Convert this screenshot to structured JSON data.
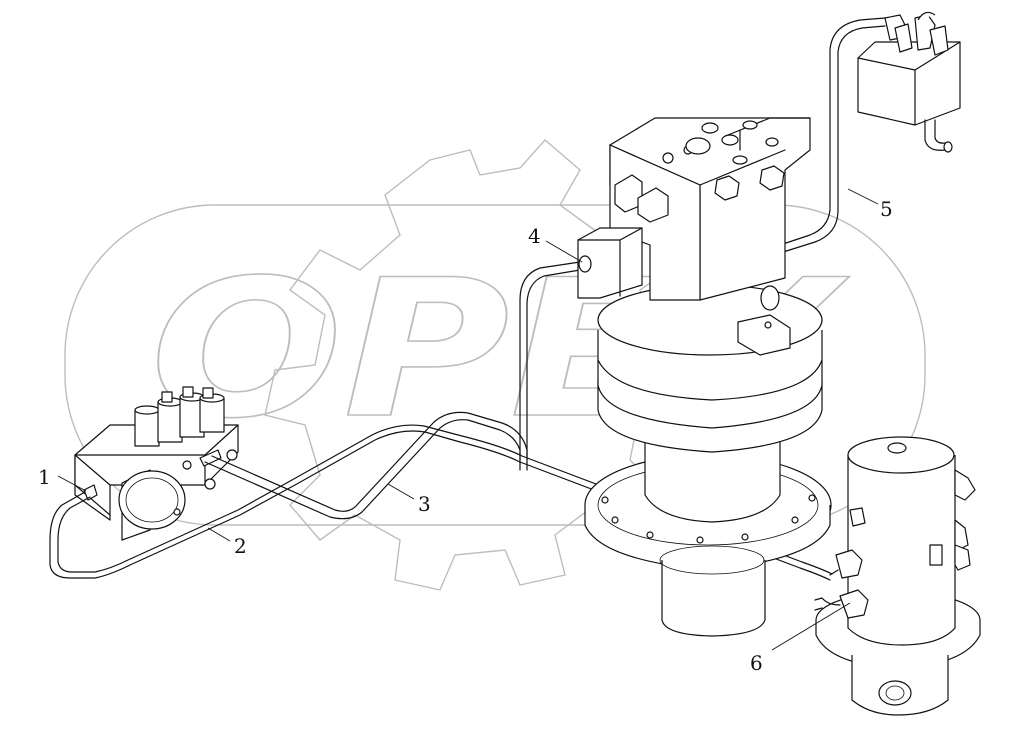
{
  "watermark": {
    "text": "OPEX"
  },
  "callouts": [
    {
      "id": "1",
      "label": "1"
    },
    {
      "id": "2",
      "label": "2"
    },
    {
      "id": "3",
      "label": "3"
    },
    {
      "id": "4",
      "label": "4"
    },
    {
      "id": "5",
      "label": "5"
    },
    {
      "id": "6",
      "label": "6"
    }
  ],
  "colors": {
    "line": "#111111",
    "watermark": "#bdbdbd",
    "background": "#ffffff"
  }
}
